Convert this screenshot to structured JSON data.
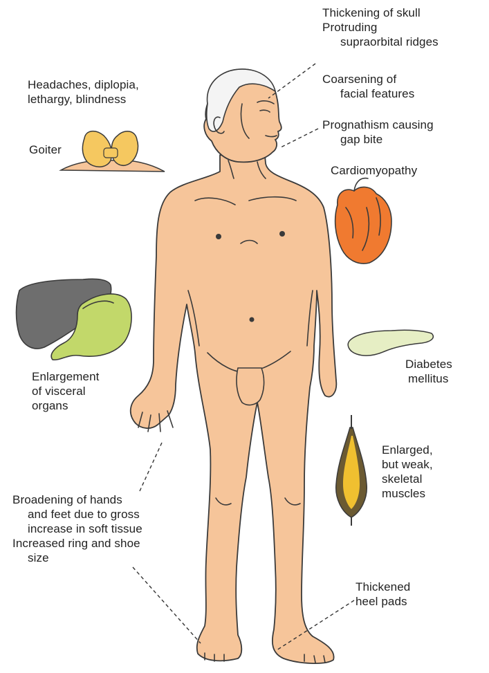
{
  "labels": {
    "skull": {
      "line1": "Thickening of skull",
      "line2": "Protruding",
      "line3": "supraorbital ridges"
    },
    "headaches": {
      "line1": "Headaches, diplopia,",
      "line2": "lethargy, blindness"
    },
    "facial": {
      "line1": "Coarsening of",
      "line2": "facial features"
    },
    "prognathism": {
      "line1": "Prognathism causing",
      "line2": "gap bite"
    },
    "goiter": {
      "line1": "Goiter"
    },
    "cardiomyopathy": {
      "line1": "Cardiomyopathy"
    },
    "visceral": {
      "line1": "Enlargement",
      "line2": "of visceral",
      "line3": "organs"
    },
    "diabetes": {
      "line1": "Diabetes",
      "line2": "mellitus"
    },
    "muscles": {
      "line1": "Enlarged,",
      "line2": "but weak,",
      "line3": "skeletal",
      "line4": "muscles"
    },
    "hands": {
      "line1": "Broadening of hands",
      "line2": "and feet due to gross",
      "line3": "increase in soft tissue",
      "line4": "Increased ring and shoe",
      "line5": "size"
    },
    "heel": {
      "line1": "Thickened",
      "line2": "heel pads"
    }
  },
  "colors": {
    "skin": "#f6c59a",
    "thyroid": "#f5c860",
    "heart": "#f07a30",
    "liver": "#6e6e6e",
    "stomach": "#c2d86a",
    "pancreas": "#e6eec4",
    "muscle_core": "#f0c030",
    "muscle_edge": "#6b5a32",
    "hair": "#f4f4f4"
  }
}
